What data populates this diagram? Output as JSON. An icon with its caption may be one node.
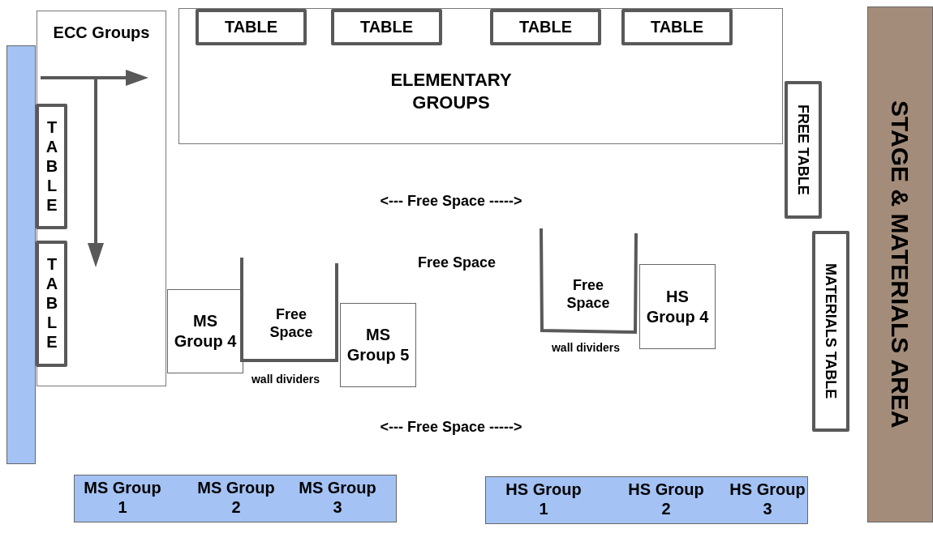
{
  "diagram": {
    "nodes": [
      {
        "text": [
          "ECC Groups"
        ]
      },
      {
        "text": [],
        "shape": "bar"
      },
      {
        "text": [
          "ELEMENTARY GROUPS"
        ]
      },
      {
        "text": [
          "TABLE"
        ],
        "in": 2
      },
      {
        "text": [
          "TABLE"
        ],
        "in": 2
      },
      {
        "text": [
          "TABLE"
        ],
        "in": 2
      },
      {
        "text": [
          "TABLE"
        ],
        "in": 2
      },
      {
        "text": [
          "FREE TABLE"
        ]
      },
      {
        "text": [
          "STAGE & MATERIALS AREA"
        ]
      },
      {
        "text": [
          "TABLE"
        ],
        "in": 0
      },
      {
        "text": [
          "TABLE"
        ],
        "in": 0
      },
      {
        "text": [
          "MATERIALS TABLE"
        ]
      },
      {
        "text": [
          "MS Group 4"
        ]
      },
      {
        "text": [
          "MS Group 5"
        ]
      },
      {
        "text": [
          "HS Group 4"
        ]
      },
      {
        "text": [
          "MS Group 1",
          "MS Group 2",
          "MS Group 3"
        ]
      },
      {
        "text": [
          "HS Group 1",
          "HS Group 2",
          "HS Group 3"
        ]
      }
    ],
    "labels": [
      "<--- Free Space ----->",
      "Free Space",
      "Free Space",
      "Free Space",
      "wall dividers",
      "wall dividers",
      "<--- Free Space ----->"
    ]
  }
}
